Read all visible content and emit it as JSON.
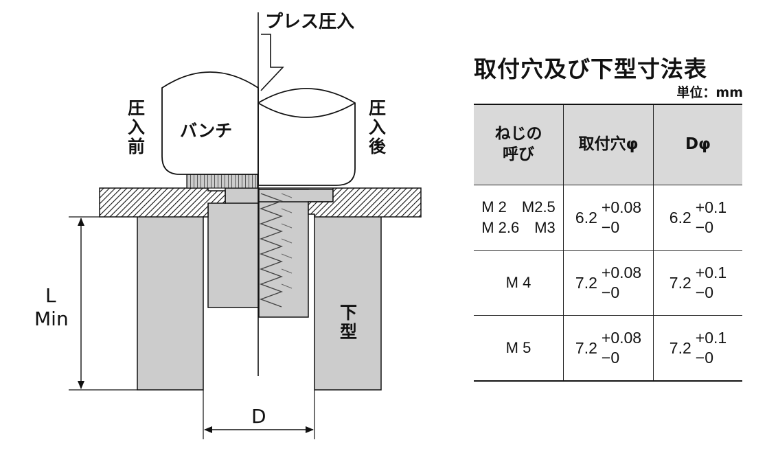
{
  "diagram": {
    "press_label": "プレス圧入",
    "before_label": [
      "圧",
      "入",
      "前"
    ],
    "after_label": [
      "圧",
      "入",
      "後"
    ],
    "punch_label": "バンチ",
    "die_label": [
      "下",
      "型"
    ],
    "length_label": [
      "L",
      "Min"
    ],
    "diameter_label": "D"
  },
  "table": {
    "title": "取付穴及び下型寸法表",
    "unit": "単位：mm",
    "headers": [
      "ねじの\n呼び",
      "取付穴φ",
      "Dφ"
    ],
    "rows": [
      {
        "thread": "M 2　M2.5\nM 2.6　M3",
        "hole": {
          "base": "6.2",
          "upper": "+0.08",
          "lower": "−0"
        },
        "d": {
          "base": "6.2",
          "upper": "+0.1",
          "lower": "−0"
        }
      },
      {
        "thread": "M 4",
        "hole": {
          "base": "7.2",
          "upper": "+0.08",
          "lower": "−0"
        },
        "d": {
          "base": "7.2",
          "upper": "+0.1",
          "lower": "−0"
        }
      },
      {
        "thread": "M 5",
        "hole": {
          "base": "7.2",
          "upper": "+0.08",
          "lower": "−0"
        },
        "d": {
          "base": "7.2",
          "upper": "+0.1",
          "lower": "−0"
        }
      }
    ]
  },
  "colors": {
    "ink": "#111111",
    "part_gray": "#cccccc",
    "header_gray": "#d9d9d9"
  }
}
